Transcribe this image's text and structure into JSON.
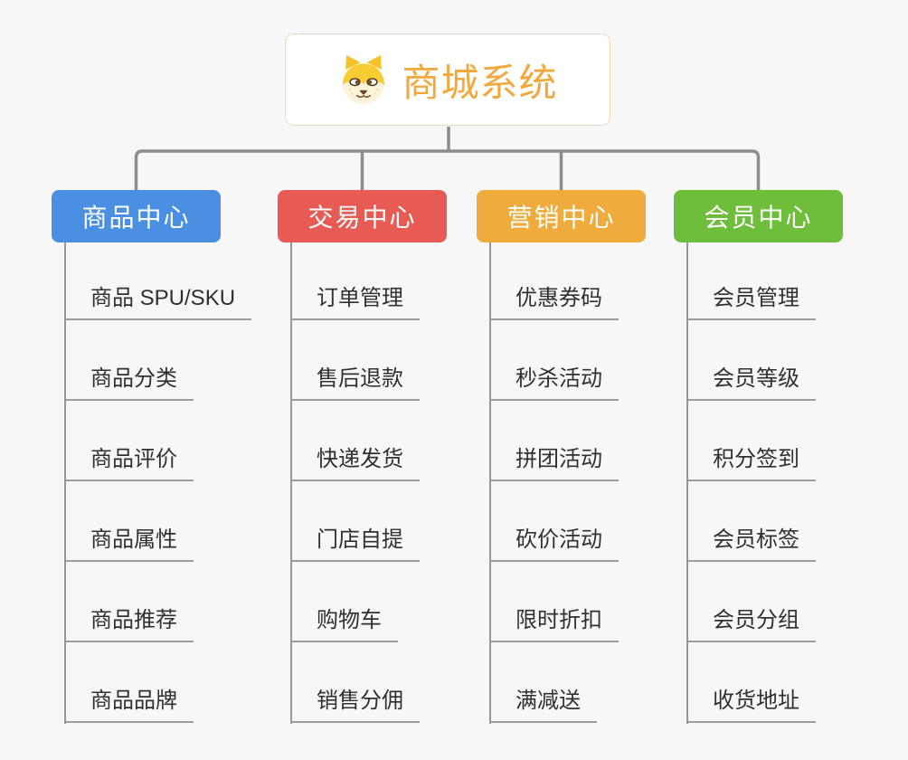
{
  "root": {
    "title": "商城系统",
    "icon": "dog-icon"
  },
  "branches": [
    {
      "label": "商品中心",
      "color": "#4a8fe2",
      "items": [
        "商品 SPU/SKU",
        "商品分类",
        "商品评价",
        "商品属性",
        "商品推荐",
        "商品品牌"
      ]
    },
    {
      "label": "交易中心",
      "color": "#e85b55",
      "items": [
        "订单管理",
        "售后退款",
        "快递发货",
        "门店自提",
        "购物车",
        "销售分佣"
      ]
    },
    {
      "label": "营销中心",
      "color": "#efac3c",
      "items": [
        "优惠券码",
        "秒杀活动",
        "拼团活动",
        "砍价活动",
        "限时折扣",
        "满减送"
      ]
    },
    {
      "label": "会员中心",
      "color": "#6ebe3c",
      "items": [
        "会员管理",
        "会员等级",
        "积分签到",
        "会员标签",
        "会员分组",
        "收货地址"
      ]
    }
  ],
  "colors": {
    "background": "#f7f7f7",
    "connector": "#8c8c8c",
    "item_underline": "#9c9c9c",
    "item_text": "#303030",
    "root_text": "#f1a93f",
    "root_border": "#f2ab58",
    "branch_text": "#ffffff"
  }
}
